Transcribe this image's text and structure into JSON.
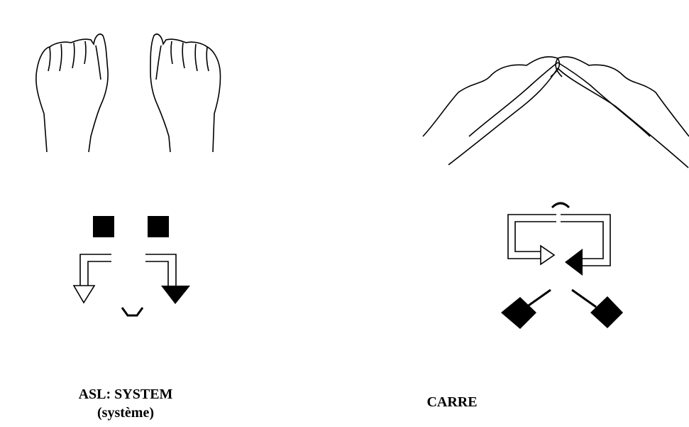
{
  "signs": [
    {
      "caption_line1": "ASL: SYSTEM",
      "caption_line2": "(système)"
    },
    {
      "caption_line1": "CARRE"
    }
  ]
}
